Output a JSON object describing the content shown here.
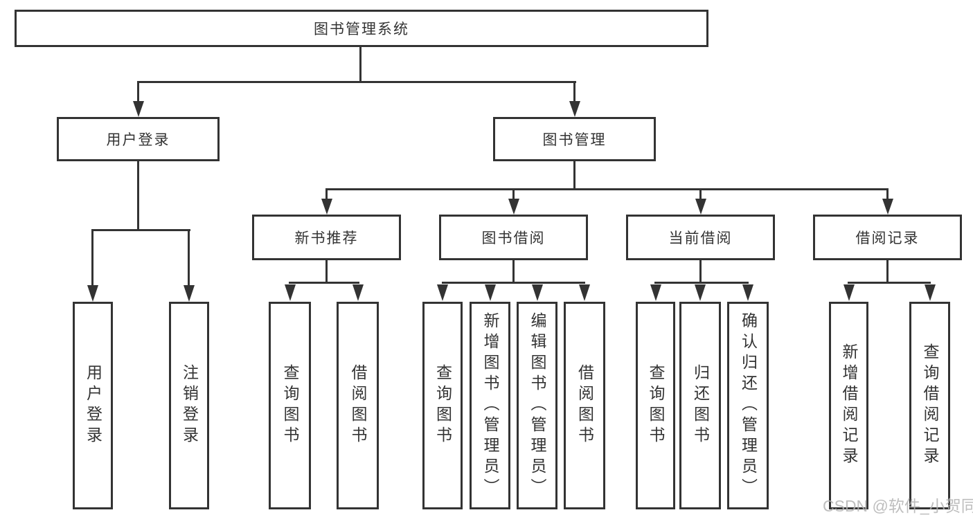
{
  "colors": {
    "line": "#333333",
    "text": "#333333",
    "watermark": "#b3b3b3",
    "background": "#ffffff"
  },
  "watermark": {
    "text": "CSDN @软件_小贺同学"
  },
  "diagram": {
    "root": {
      "label": "图书管理系统"
    },
    "level2": [
      {
        "label": "用户登录"
      },
      {
        "label": "图书管理"
      }
    ],
    "level3": [
      {
        "label": "新书推荐"
      },
      {
        "label": "图书借阅"
      },
      {
        "label": "当前借阅"
      },
      {
        "label": "借阅记录"
      }
    ],
    "leaves": {
      "user": [
        {
          "label": "用户登录"
        },
        {
          "label": "注销登录"
        }
      ],
      "recommend": [
        {
          "label": "查询图书"
        },
        {
          "label": "借阅图书"
        }
      ],
      "borrow": [
        {
          "label": "查询图书"
        },
        {
          "label": "新增图书（管理员）"
        },
        {
          "label": "编辑图书（管理员）"
        },
        {
          "label": "借阅图书"
        }
      ],
      "current": [
        {
          "label": "查询图书"
        },
        {
          "label": "归还图书"
        },
        {
          "label": "确认归还（管理员）"
        }
      ],
      "records": [
        {
          "label": "新增借阅记录"
        },
        {
          "label": "查询借阅记录"
        }
      ]
    }
  }
}
